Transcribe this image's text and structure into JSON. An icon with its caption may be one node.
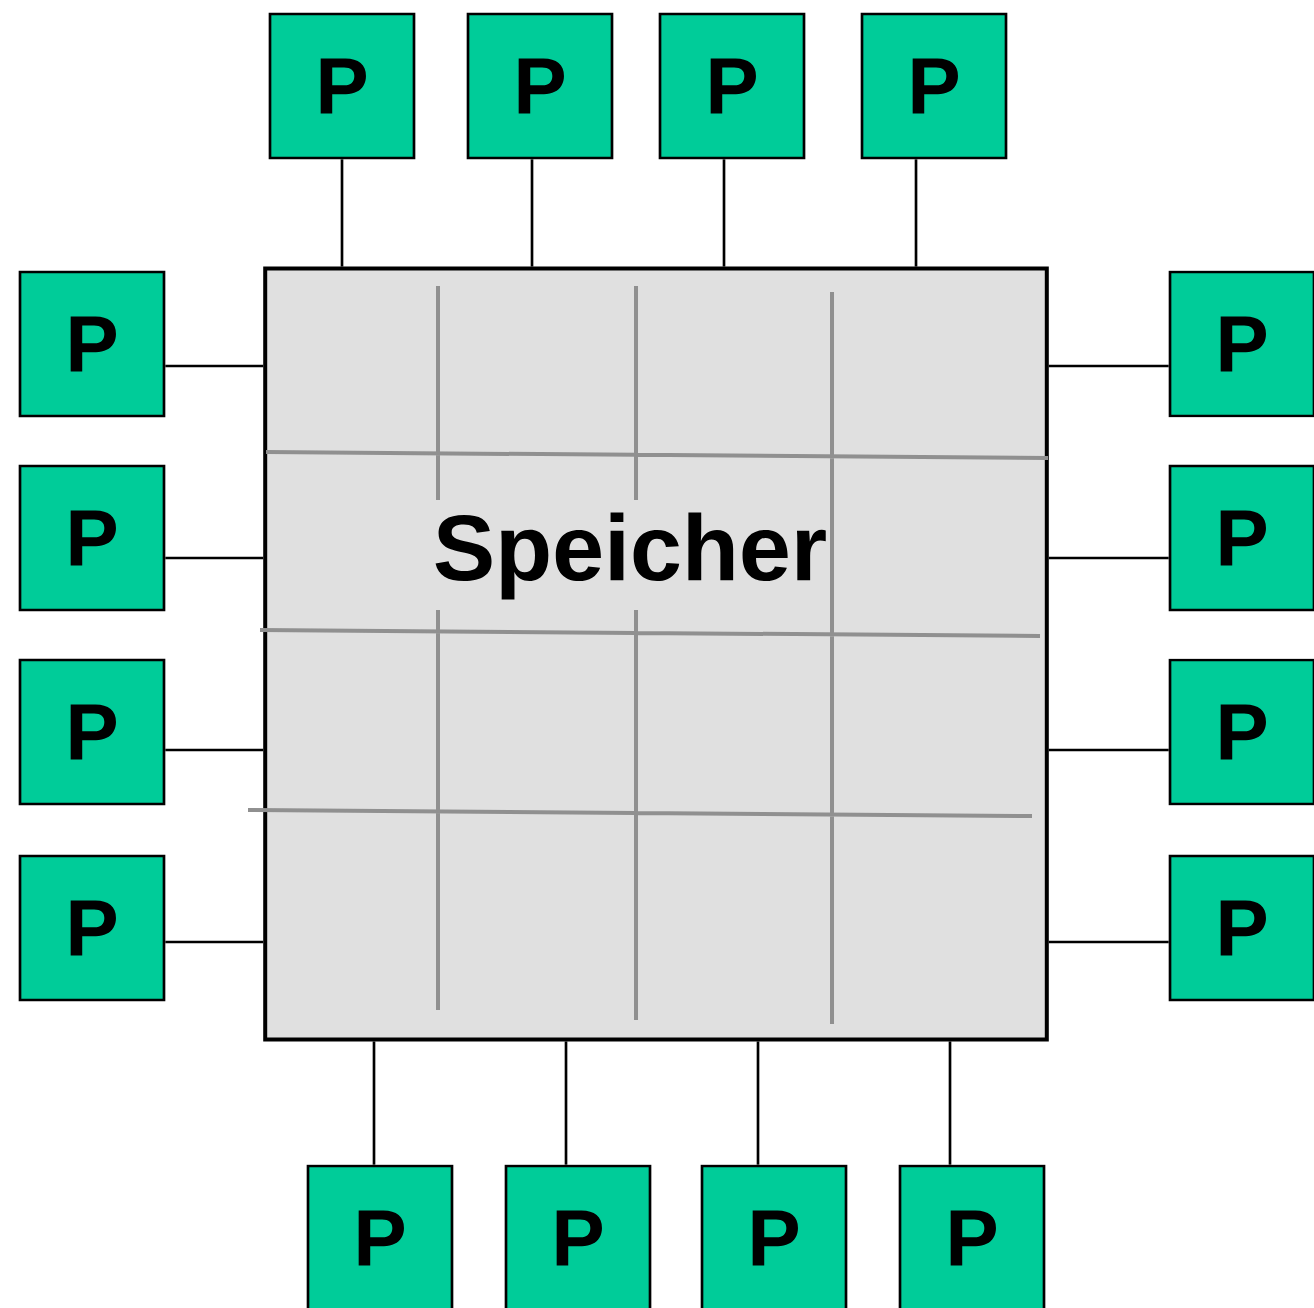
{
  "diagram": {
    "nodes": [
      {
        "text": [
          "Speicher"
        ]
      },
      {
        "text": [
          "P"
        ]
      },
      {
        "text": [
          "P"
        ]
      },
      {
        "text": [
          "P"
        ]
      },
      {
        "text": [
          "P"
        ]
      },
      {
        "text": [
          "P"
        ]
      },
      {
        "text": [
          "P"
        ]
      },
      {
        "text": [
          "P"
        ]
      },
      {
        "text": [
          "P"
        ]
      },
      {
        "text": [
          "P"
        ]
      },
      {
        "text": [
          "P"
        ]
      },
      {
        "text": [
          "P"
        ]
      },
      {
        "text": [
          "P"
        ]
      },
      {
        "text": [
          "P"
        ]
      },
      {
        "text": [
          "P"
        ]
      },
      {
        "text": [
          "P"
        ]
      },
      {
        "text": [
          "P"
        ]
      }
    ],
    "edges": [
      {
        "from": 1,
        "to": 0,
        "arrow": "none"
      },
      {
        "from": 2,
        "to": 0,
        "arrow": "none"
      },
      {
        "from": 3,
        "to": 0,
        "arrow": "none"
      },
      {
        "from": 4,
        "to": 0,
        "arrow": "none"
      },
      {
        "from": 5,
        "to": 0,
        "arrow": "none"
      },
      {
        "from": 6,
        "to": 0,
        "arrow": "none"
      },
      {
        "from": 7,
        "to": 0,
        "arrow": "none"
      },
      {
        "from": 8,
        "to": 0,
        "arrow": "none"
      },
      {
        "from": 9,
        "to": 0,
        "arrow": "none"
      },
      {
        "from": 10,
        "to": 0,
        "arrow": "none"
      },
      {
        "from": 11,
        "to": 0,
        "arrow": "none"
      },
      {
        "from": 12,
        "to": 0,
        "arrow": "none"
      },
      {
        "from": 13,
        "to": 0,
        "arrow": "none"
      },
      {
        "from": 14,
        "to": 0,
        "arrow": "none"
      },
      {
        "from": 15,
        "to": 0,
        "arrow": "none"
      },
      {
        "from": 16,
        "to": 0,
        "arrow": "none"
      }
    ]
  }
}
